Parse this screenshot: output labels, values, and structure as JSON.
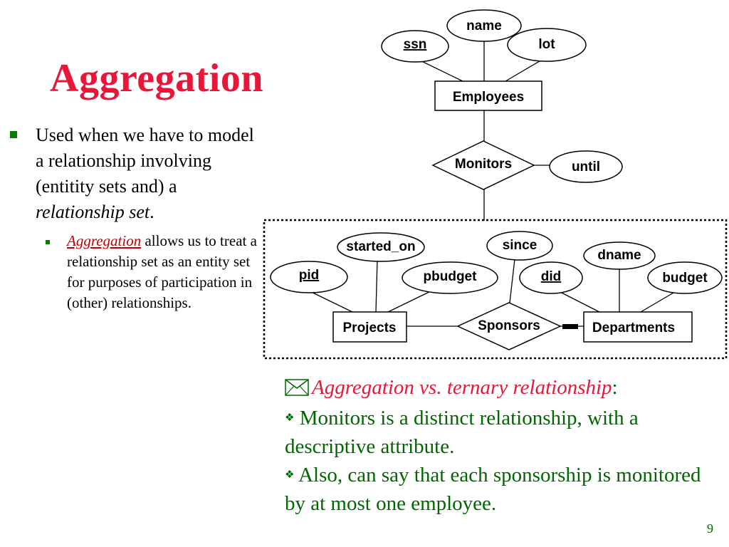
{
  "slide": {
    "title": "Aggregation",
    "page_number": "9"
  },
  "bullets": {
    "main_parts": [
      "Used when we have to model a relationship involving (entitity sets and) a ",
      "relationship set",
      "."
    ],
    "sub_term": "Aggregation",
    "sub_text": " allows us to treat a relationship set as an entity set   for purposes of participation in (other) relationships."
  },
  "diagram": {
    "entities": {
      "employees": "Employees",
      "projects": "Projects",
      "departments": "Departments"
    },
    "relationships": {
      "monitors": "Monitors",
      "sponsors": "Sponsors"
    },
    "attributes": {
      "ssn": "ssn",
      "name": "name",
      "lot": "lot",
      "until": "until",
      "started_on": "started_on",
      "since": "since",
      "dname": "dname",
      "pid": "pid",
      "pbudget": "pbudget",
      "did": "did",
      "budget": "budget"
    }
  },
  "notes": {
    "heading": "Aggregation vs. ternary relationship",
    "heading_suffix": ":",
    "line1": " Monitors is a distinct relationship, with a descriptive attribute.",
    "line2": "  Also, can say that each sponsorship is monitored by at most one employee."
  },
  "colors": {
    "title": "#e8173a",
    "bullet_text": "#000000",
    "notes_text": "#006600",
    "bullet_marker": "#008000"
  }
}
